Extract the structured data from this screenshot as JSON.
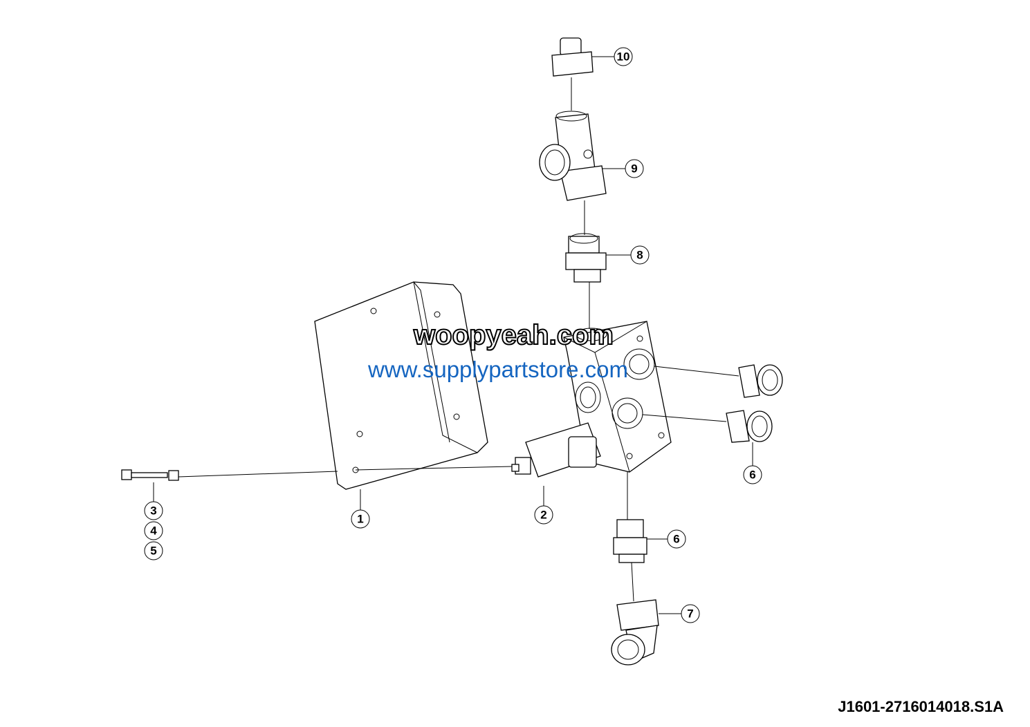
{
  "diagram": {
    "callouts": [
      {
        "id": "1",
        "label": "1"
      },
      {
        "id": "2",
        "label": "2"
      },
      {
        "id": "3",
        "label": "3"
      },
      {
        "id": "4",
        "label": "4"
      },
      {
        "id": "5",
        "label": "5"
      },
      {
        "id": "6a",
        "label": "6"
      },
      {
        "id": "6b",
        "label": "6"
      },
      {
        "id": "7",
        "label": "7"
      },
      {
        "id": "8",
        "label": "8"
      },
      {
        "id": "9",
        "label": "9"
      },
      {
        "id": "10",
        "label": "10"
      }
    ],
    "drawing_code": "J1601-2716014018.S1A"
  },
  "watermarks": {
    "blue": "www.supplypartstore.com",
    "outlined": "woopyeah.com",
    "blue_color": "#1565c0"
  }
}
